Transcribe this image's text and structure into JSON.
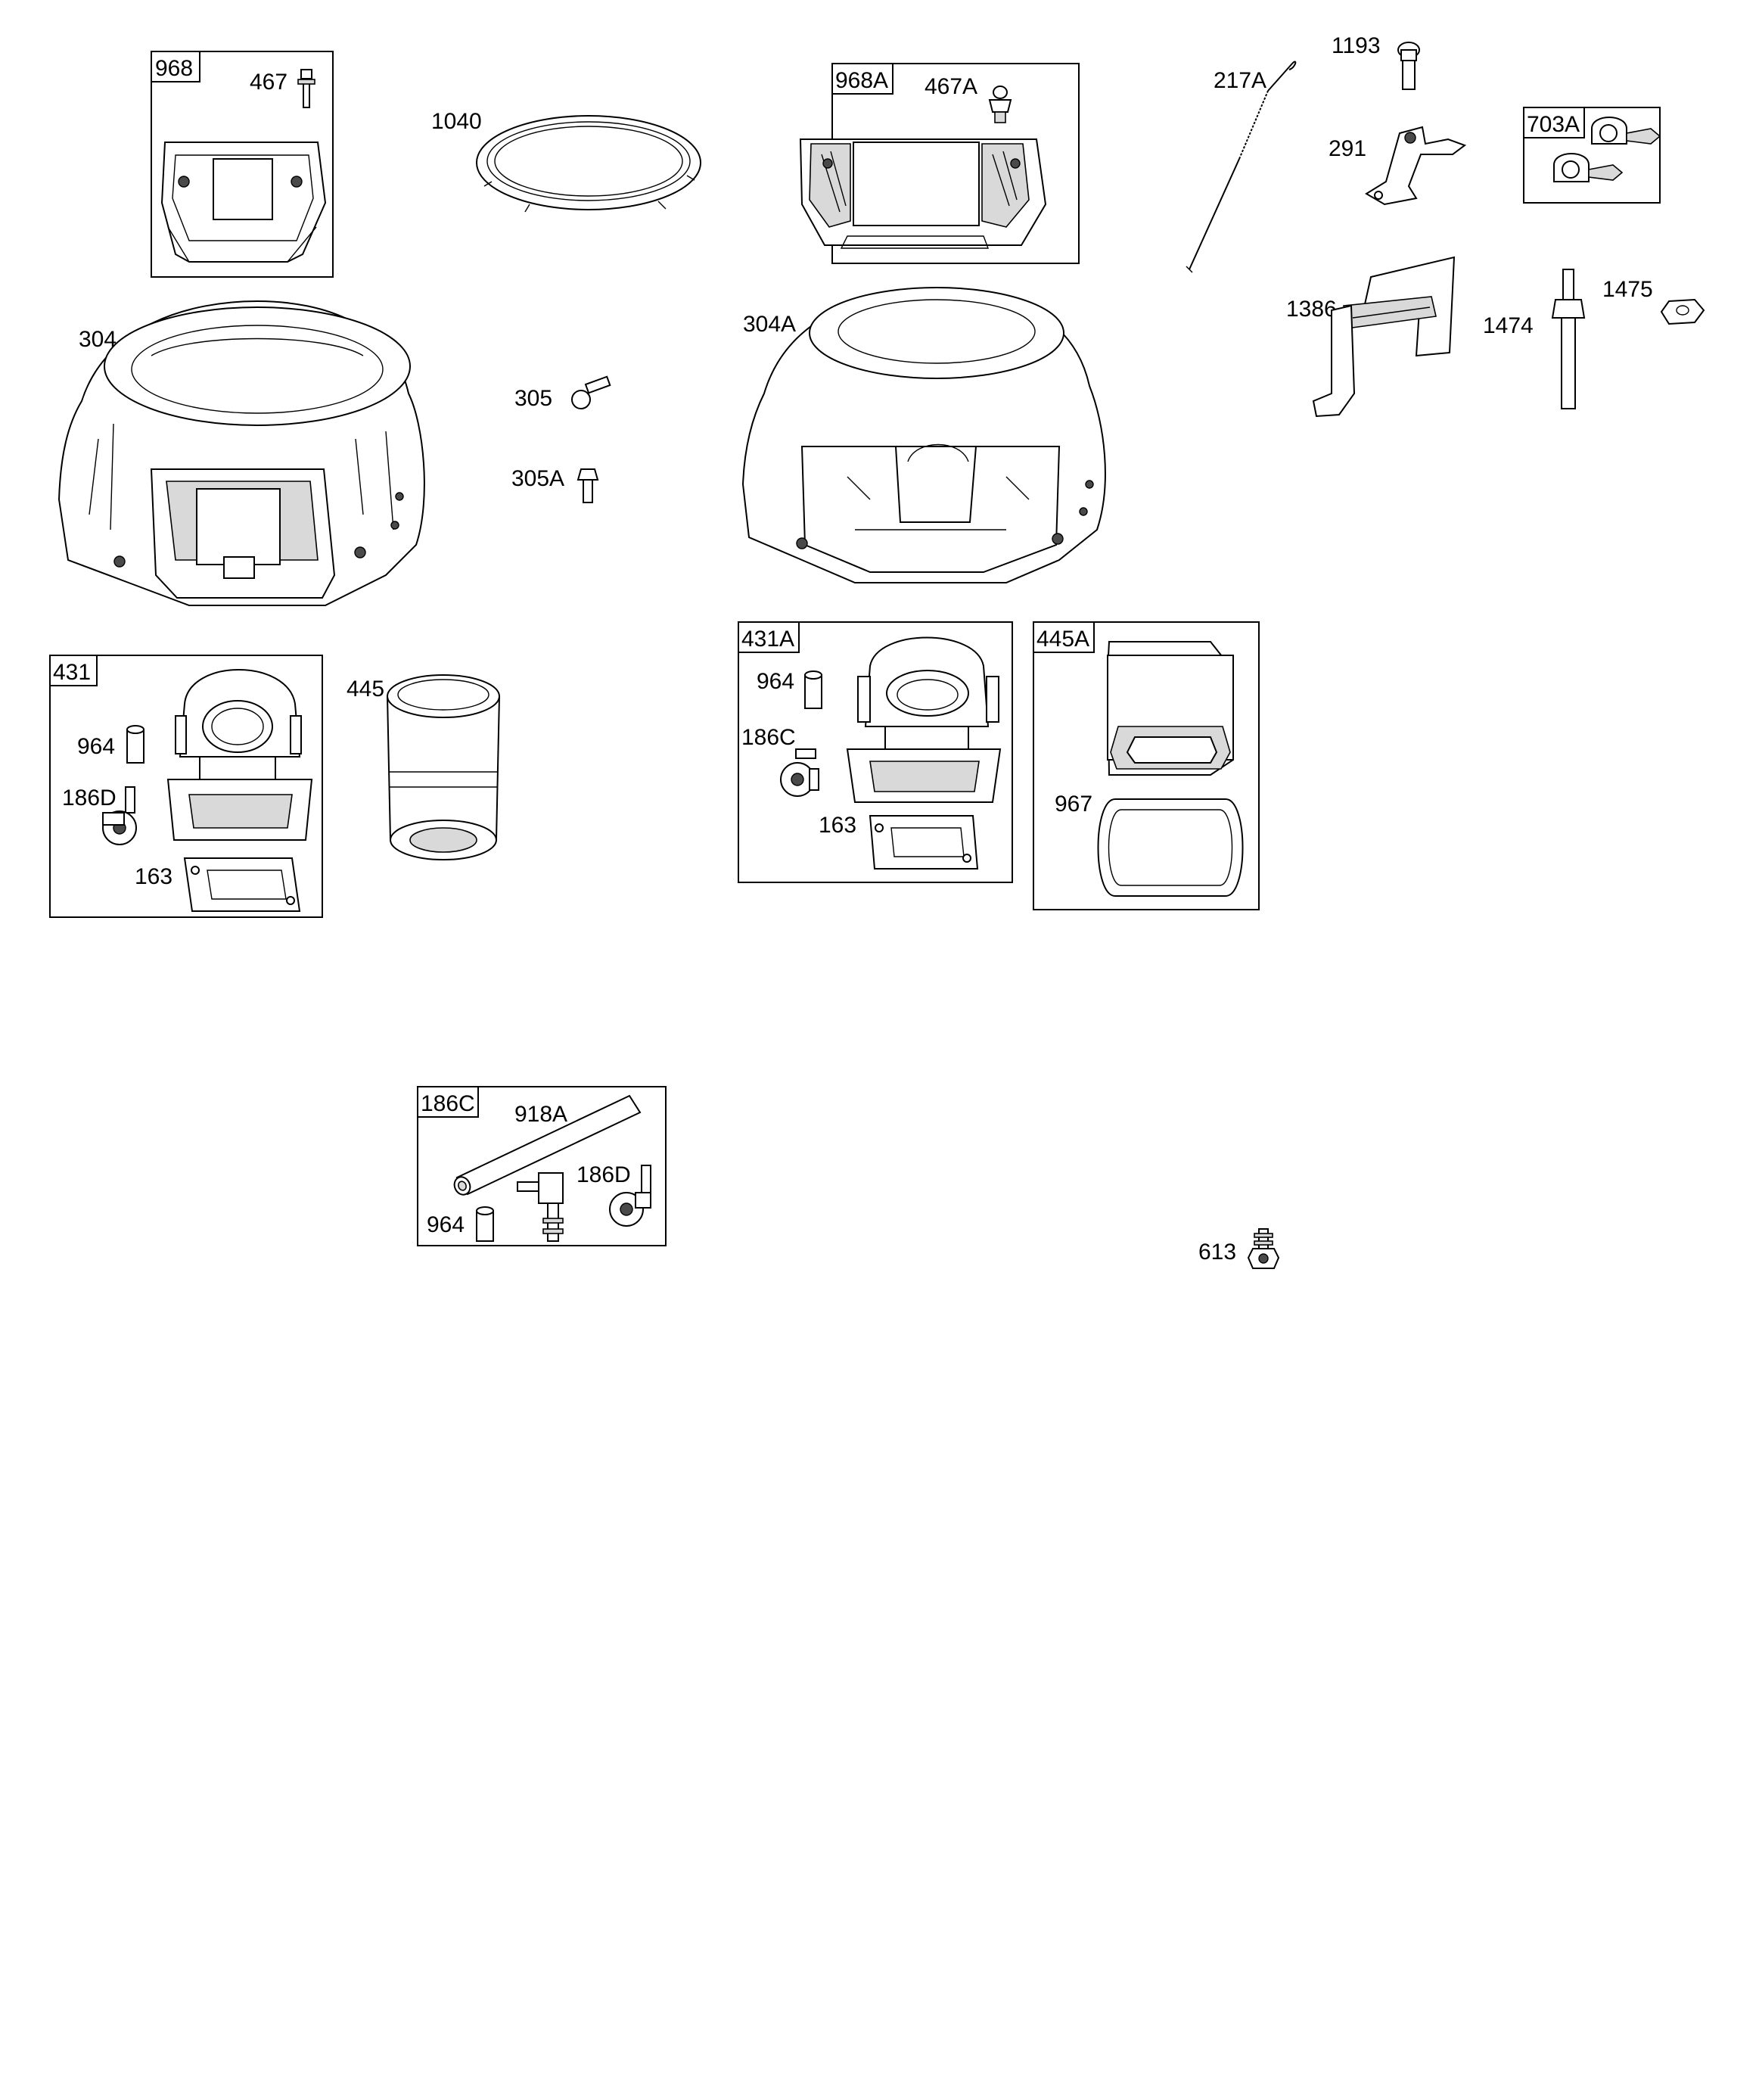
{
  "diagram": {
    "boxes": [
      {
        "id": "box-968",
        "tag": "968"
      },
      {
        "id": "box-968a",
        "tag": "968A"
      },
      {
        "id": "box-703a",
        "tag": "703A"
      },
      {
        "id": "box-431",
        "tag": "431"
      },
      {
        "id": "box-431a",
        "tag": "431A"
      },
      {
        "id": "box-445a",
        "tag": "445A"
      },
      {
        "id": "box-186c",
        "tag": "186C"
      }
    ],
    "callouts": {
      "p467": "467",
      "p1040": "1040",
      "p467a": "467A",
      "p1193": "1193",
      "p217a": "217A",
      "p291": "291",
      "p304": "304",
      "p304a": "304A",
      "p305": "305",
      "p305a": "305A",
      "p1386": "1386",
      "p1474": "1474",
      "p1475": "1475",
      "p964_431": "964",
      "p186d_431": "186D",
      "p163_431": "163",
      "p445": "445",
      "p964_431a": "964",
      "p186c_431a": "186C",
      "p163_431a": "163",
      "p967": "967",
      "p918a": "918A",
      "p186d_186c": "186D",
      "p964_186c": "964",
      "p613": "613"
    }
  }
}
